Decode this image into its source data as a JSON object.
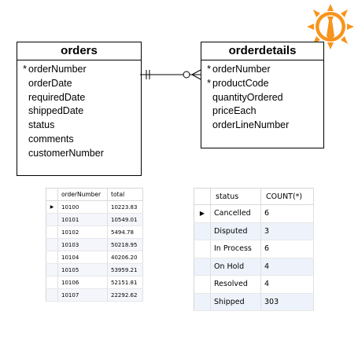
{
  "colors": {
    "logo_orange": "#f7941d",
    "logo_white": "#ffffff",
    "row_alt": "#eef3fb"
  },
  "entities": {
    "orders": {
      "title": "orders",
      "fields": [
        {
          "key": "*",
          "name": "orderNumber"
        },
        {
          "key": "",
          "name": "orderDate"
        },
        {
          "key": "",
          "name": "requiredDate"
        },
        {
          "key": "",
          "name": "shippedDate"
        },
        {
          "key": "",
          "name": "status"
        },
        {
          "key": "",
          "name": "comments"
        },
        {
          "key": "",
          "name": "customerNumber"
        }
      ]
    },
    "orderdetails": {
      "title": "orderdetails",
      "fields": [
        {
          "key": "*",
          "name": "orderNumber"
        },
        {
          "key": "*",
          "name": "productCode"
        },
        {
          "key": "",
          "name": "quantityOrdered"
        },
        {
          "key": "",
          "name": "priceEach"
        },
        {
          "key": "",
          "name": "orderLineNumber"
        }
      ]
    }
  },
  "relationship": {
    "from": "orders",
    "to": "orderdetails",
    "from_end": "one-and-only-one",
    "to_end": "zero-or-many"
  },
  "grid_totals": {
    "columns": [
      "orderNumber",
      "total"
    ],
    "rows": [
      [
        "10100",
        "10223.83"
      ],
      [
        "10101",
        "10549.01"
      ],
      [
        "10102",
        "5494.78"
      ],
      [
        "10103",
        "50218.95"
      ],
      [
        "10104",
        "40206.20"
      ],
      [
        "10105",
        "53959.21"
      ],
      [
        "10106",
        "52151.81"
      ],
      [
        "10107",
        "22292.62"
      ]
    ],
    "selected_row": 0
  },
  "grid_status": {
    "columns": [
      "status",
      "COUNT(*)"
    ],
    "rows": [
      [
        "Cancelled",
        "6"
      ],
      [
        "Disputed",
        "3"
      ],
      [
        "In Process",
        "6"
      ],
      [
        "On Hold",
        "4"
      ],
      [
        "Resolved",
        "4"
      ],
      [
        "Shipped",
        "303"
      ]
    ],
    "selected_row": 0
  }
}
